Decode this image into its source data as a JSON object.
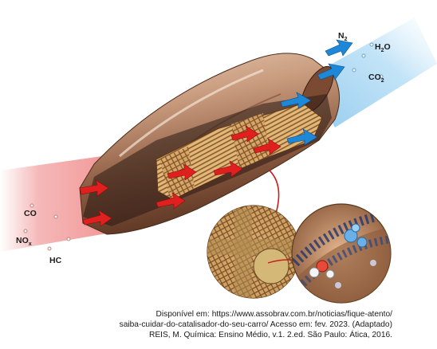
{
  "inlet_gases": {
    "co": "CO",
    "nox_base": "NO",
    "nox_sub": "x",
    "hc": "HC"
  },
  "outlet_gases": {
    "n2_base": "N",
    "n2_sub": "2",
    "h2o_pre": "H",
    "h2o_sub": "2",
    "h2o_post": "O",
    "co2_base": "CO",
    "co2_sub": "2"
  },
  "colors": {
    "inlet_flow": "#f2a0a0",
    "outlet_flow": "#8ec9ee",
    "housing": "#b9876a",
    "inlet_arrow": "#e0201e",
    "outlet_arrow": "#1e88d8"
  },
  "caption": {
    "line1": "Disponível em: https://www.assobrav.com.br/noticias/fique-atento/",
    "line2": "saiba-cuidar-do-catalisador-do-seu-carro/ Acesso em: fev. 2023. (Adaptado)",
    "line3": "REIS, M. Química: Ensino Médio, v.1. 2.ed. São Paulo: Ática, 2016."
  }
}
